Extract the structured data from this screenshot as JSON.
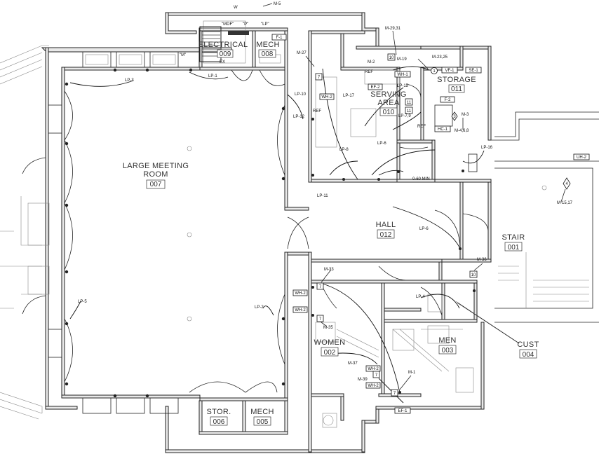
{
  "rooms": [
    {
      "name": "LARGE MEETING\nROOM",
      "number": "007"
    },
    {
      "name": "ELECTRICAL",
      "number": "009"
    },
    {
      "name": "MECH",
      "number": "008"
    },
    {
      "name": "SERVING\nAREA",
      "number": "010"
    },
    {
      "name": "STORAGE",
      "number": "011"
    },
    {
      "name": "HALL",
      "number": "012"
    },
    {
      "name": "STAIR",
      "number": "001"
    },
    {
      "name": "WOMEN",
      "number": "002"
    },
    {
      "name": "MEN",
      "number": "003"
    },
    {
      "name": "CUST",
      "number": "004"
    },
    {
      "name": "STOR.",
      "number": "006"
    },
    {
      "name": "MECH",
      "number": "005"
    }
  ],
  "circuits": [
    "LP-1",
    "LP-2",
    "LP-3",
    "LP-4",
    "LP-5",
    "LP-6",
    "LP-8",
    "LP-10",
    "LP-11",
    "LP-12",
    "LP-15",
    "LP-16",
    "LP-17",
    "LP-7,9",
    "LP-6"
  ],
  "mech_tags": [
    "M-5",
    "M-27",
    "M-29,31",
    "M-19",
    "M-23,25",
    "M-3",
    "M-4,6,8",
    "M-15,17",
    "M-33",
    "M-35",
    "M-36",
    "M-37",
    "M-39",
    "M-1",
    "M-2"
  ],
  "equipment": [
    "F-1",
    "EF-2",
    "WH-1",
    "WH-2",
    "WH-2",
    "WH-2",
    "UH-2",
    "VF-1",
    "SE-1",
    "F-2",
    "HC-1",
    "EF-1",
    "REF",
    "REF",
    "REF",
    "\"MDF\"",
    "\"P\"",
    "\"LP\"",
    "\"M\"",
    "EX",
    "W",
    "0-60 MIN"
  ],
  "device_numbers": [
    "7",
    "10",
    "11",
    "11",
    "1",
    "4",
    "3",
    "10",
    "7",
    "7",
    "7",
    "7"
  ]
}
